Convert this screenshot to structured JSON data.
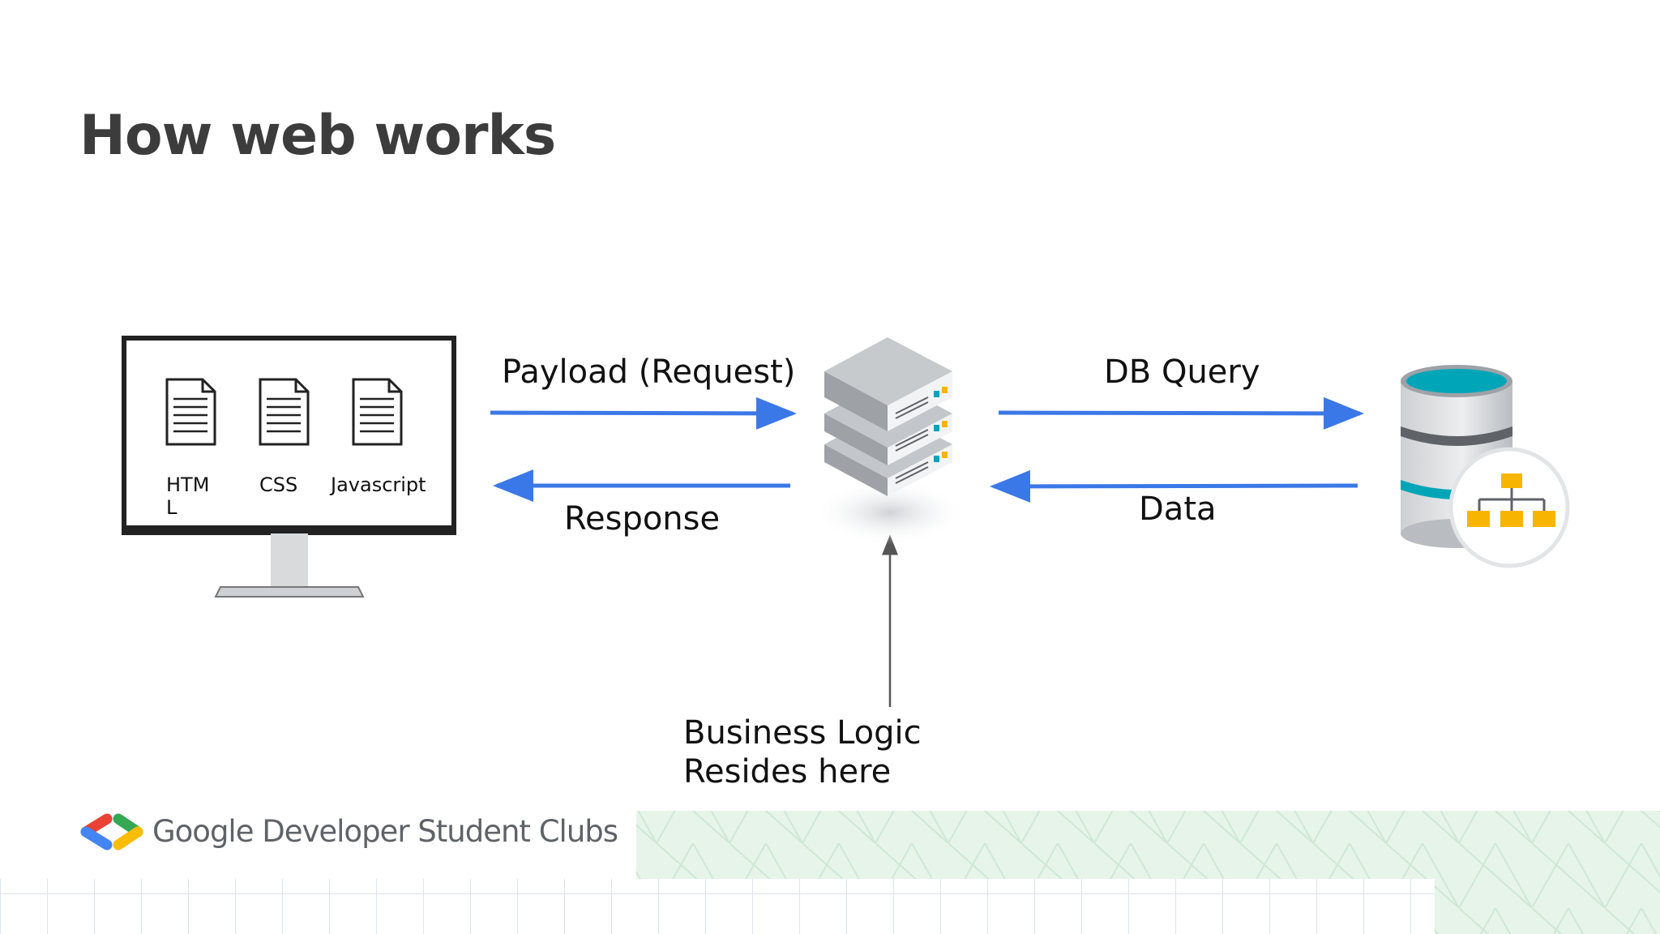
{
  "title": "How web works",
  "files": [
    {
      "label": "HTM\nL"
    },
    {
      "label": "CSS"
    },
    {
      "label": "Javascript"
    }
  ],
  "arrows": {
    "request": "Payload (Request)",
    "response": "Response",
    "db_query": "DB Query",
    "data": "Data",
    "business_logic": "Business Logic Resides here"
  },
  "footer": {
    "brand": "Google Developer Student Clubs"
  },
  "colors": {
    "arrow": "#3b78e7",
    "title": "#3c3c3c",
    "db_teal": "#00a6b8",
    "db_org": "#f7b500",
    "logo_blue": "#4285f4",
    "logo_red": "#ea4335",
    "logo_green": "#34a853",
    "logo_yellow": "#fbbc04"
  }
}
